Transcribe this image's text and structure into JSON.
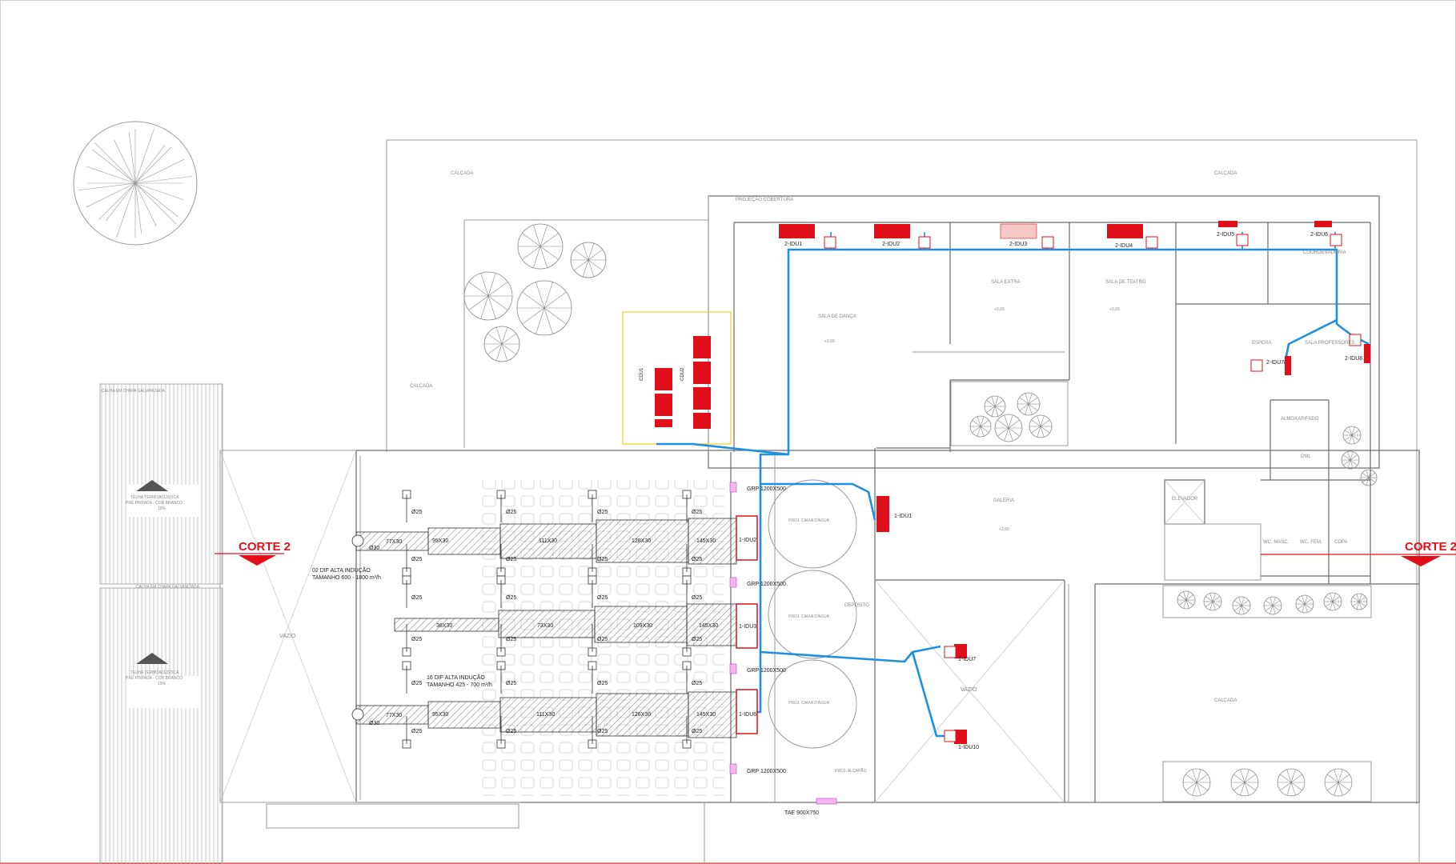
{
  "sections": {
    "corte_left": "CORTE 2",
    "corte_right": "CORTE 2"
  },
  "outdoor_labels": {
    "calcada_top_left": "CALÇADA",
    "calcada_top_right": "CALÇADA",
    "calcada_left": "CALÇADA",
    "calcada_right": "CALÇADA",
    "projecao_cobertura": "PROJEÇÃO COBERTURA",
    "vazio_left": "VAZIO",
    "vazio_center": "VAZIO",
    "elevador": "ELEVADOR",
    "calha_top": "CALHA EM CHAPA GALVANIZADA",
    "calha_mid": "CALHA EM CHAPA GALVANIZADA"
  },
  "roof": {
    "telha_title": "TELHA TERMOACÚSTICA",
    "telha_line2": "PRÉ PINTADA - COR BRANCO",
    "telha_slope": "10%"
  },
  "rooms": {
    "sala_danca": "SALA DE DANÇA",
    "sala_extra": "SALA EXTRA",
    "sala_teatro": "SALA DE TEATRO",
    "coordenadoria": "COORDENADORIA",
    "espera": "ESPERA",
    "sala_professores": "SALA PROFESSORES",
    "almoxarifado": "ALMOXARIFADO",
    "galeria": "GALERIA",
    "deposito": "DEPÓSITO",
    "dml": "DML",
    "wc_masc": "WC. MASC.",
    "wc_fem": "WC. FEM.",
    "copa": "COPA",
    "caixa_dagua": "PROJ. CAIXA D'ÁGUA",
    "alcapao": "PROJ. ALÇAPÃO"
  },
  "levels": {
    "floor": "+3,60"
  },
  "indoor_units": {
    "idu_2_1": "2-IDU1",
    "idu_2_2": "2-IDU2",
    "idu_2_3": "2-IDU3",
    "idu_2_4": "2-IDU4",
    "idu_2_5": "2-IDU5",
    "idu_2_6": "2-IDU6",
    "idu_2_7": "2-IDU7",
    "idu_2_8": "2-IDU8",
    "idu_1_1": "1-IDU1",
    "idu_1_2": "1-IDU2",
    "idu_1_3": "1-IDU3",
    "idu_1_6": "1-IDU6",
    "idu_1_7": "1-IDU7",
    "idu_1_10": "1-IDU10"
  },
  "outdoor_units": {
    "cdu_1": "CDU1",
    "cdu_2": "CDU2"
  },
  "ducts": {
    "d77": "77X30",
    "d95": "95X30",
    "d111": "111X30",
    "d128": "128X30",
    "d145": "145X30",
    "d36": "36X30",
    "d73": "73X30",
    "d109": "109X30",
    "phi25": "Ø25",
    "phi30": "Ø30"
  },
  "grilles": {
    "grp1": "GRP 1200X500",
    "grp2": "GRP 1200X500",
    "grp3": "GRP 1200X500",
    "grp4": "GRP 1200X500",
    "tae": "TAE 900X750"
  },
  "notes": {
    "dif1_a": "02 DIF ALTA INDUÇÃO",
    "dif1_b": "TAMANHO 600 - 1800 m³/h",
    "dif2_a": "16 DIF ALTA INDUÇÃO",
    "dif2_b": "TAMANHO 425 - 700 m³/h"
  },
  "colors": {
    "duct": "#1f8fe0",
    "unit": "#e0101a",
    "wall": "#9a9a9a"
  }
}
